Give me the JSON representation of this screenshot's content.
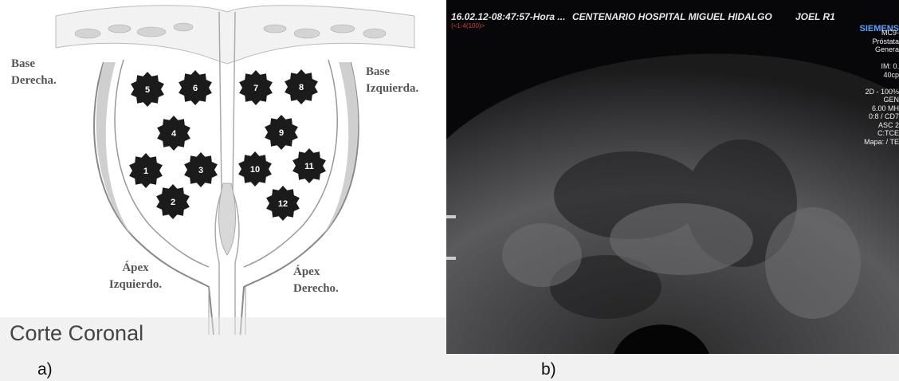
{
  "panel_a": {
    "labels": {
      "base_right": [
        "Base",
        "Derecha."
      ],
      "base_left": [
        "Base",
        "Izquierda."
      ],
      "apex_left": [
        "Ápex",
        "Izquierdo."
      ],
      "apex_right": [
        "Ápex",
        "Derecho."
      ]
    },
    "regions": [
      "1",
      "2",
      "3",
      "4",
      "5",
      "6",
      "7",
      "8",
      "9",
      "10",
      "11",
      "12"
    ],
    "caption": "Corte Coronal",
    "sublabel": "a)"
  },
  "panel_b": {
    "header_top": "16.02.12-08:47:57-Hora ...",
    "hospital": "CENTENARIO HOSPITAL MIGUEL HIDALGO",
    "operator": "JOEL R1",
    "small_tag": "(<1-4(100)>",
    "brand": "SIEMENS",
    "side_info": [
      "MC9-",
      "Próstata",
      "Genera",
      "",
      "IM: 0.",
      "40cp",
      "",
      "2D - 100%",
      "GEN",
      "6.00 MH",
      "0:8 / CD7",
      "ASC 2",
      "C:TCE",
      "Mapa: / TE"
    ],
    "sublabel": "b)"
  },
  "colors": {
    "region_fill": "#1b1b1b",
    "label_gray": "#555555",
    "brand_blue": "#5aa0ff"
  }
}
